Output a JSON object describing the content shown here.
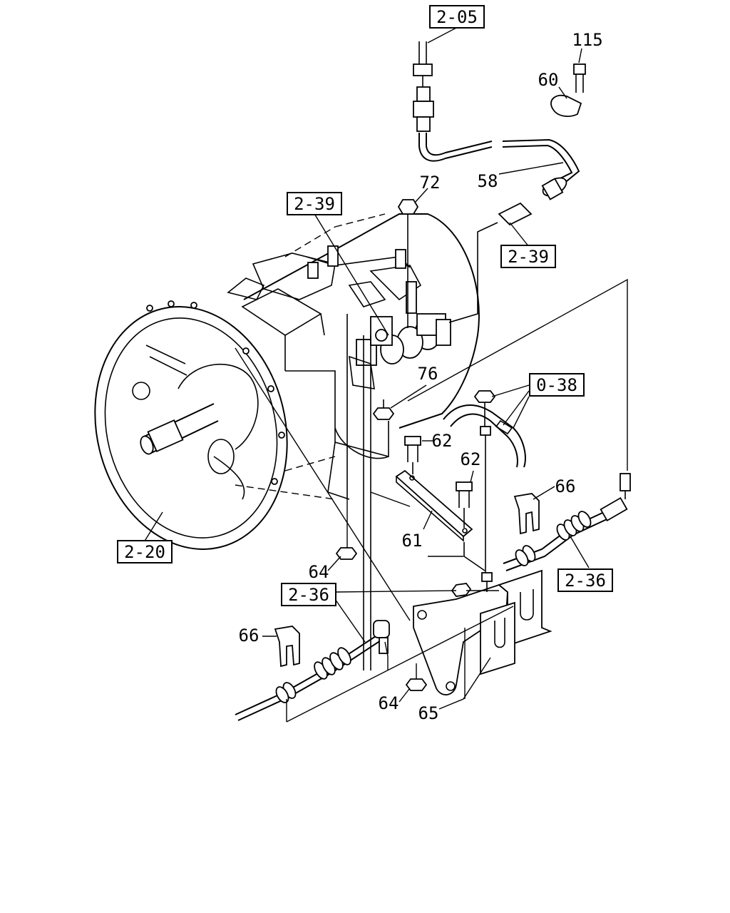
{
  "diagram": {
    "colors": {
      "ink": "#000000",
      "paper": "#ffffff"
    },
    "references": [
      {
        "id": "ref-2-05",
        "text": "2-05"
      },
      {
        "id": "ref-2-39-top",
        "text": "2-39"
      },
      {
        "id": "ref-2-39-right",
        "text": "2-39"
      },
      {
        "id": "ref-0-38",
        "text": "0-38"
      },
      {
        "id": "ref-2-20",
        "text": "2-20"
      },
      {
        "id": "ref-2-36-right",
        "text": "2-36"
      },
      {
        "id": "ref-2-36-left",
        "text": "2-36"
      }
    ],
    "callouts": [
      {
        "id": "part-115",
        "text": "115"
      },
      {
        "id": "part-60",
        "text": "60"
      },
      {
        "id": "part-58",
        "text": "58"
      },
      {
        "id": "part-72",
        "text": "72"
      },
      {
        "id": "part-76",
        "text": "76"
      },
      {
        "id": "part-62-a",
        "text": "62"
      },
      {
        "id": "part-62-b",
        "text": "62"
      },
      {
        "id": "part-66-right",
        "text": "66"
      },
      {
        "id": "part-61",
        "text": "61"
      },
      {
        "id": "part-64-upper",
        "text": "64"
      },
      {
        "id": "part-66-left",
        "text": "66"
      },
      {
        "id": "part-64-lower",
        "text": "64"
      },
      {
        "id": "part-65",
        "text": "65"
      }
    ]
  }
}
